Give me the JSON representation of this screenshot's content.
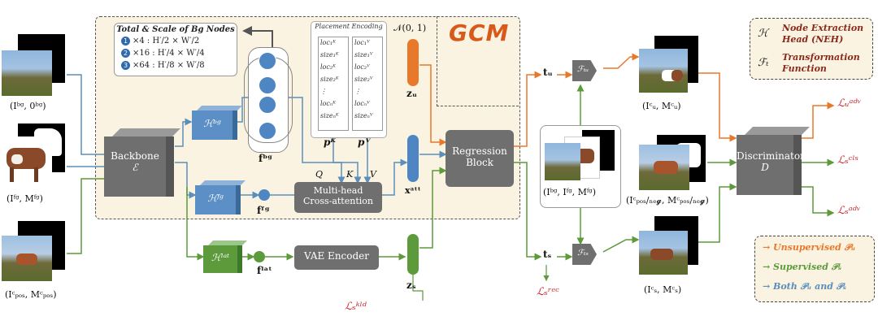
{
  "title": "GCM",
  "scale_box": {
    "title": "Total & Scale of Bg Nodes",
    "rows": [
      {
        "num": "1",
        "text": "×4 :   H′/2 × W′/2"
      },
      {
        "num": "2",
        "text": "×16 :  H′/4 × W′/4"
      },
      {
        "num": "3",
        "text": "×64 :  H′/8 × W′/8"
      }
    ]
  },
  "placement": {
    "title": "Placement Encoding",
    "col_k": [
      "loc₁ᴷ",
      "size₁ᴷ",
      "loc₂ᴷ",
      "size₂ᴷ",
      "⋮",
      "locₙᴷ",
      "sizeₙᴷ"
    ],
    "col_v": [
      "loc₁ⱽ",
      "size₁ⱽ",
      "loc₂ⱽ",
      "size₂ⱽ",
      "⋮",
      "locₙⱽ",
      "sizeₙⱽ"
    ],
    "pk": "pᴷ",
    "pv": "pⱽ"
  },
  "inputs": {
    "bg": "(Iᵇᵍ, 0ᵇᵍ)",
    "fg": "(Iᶠᵍ, Mᶠᵍ)",
    "pos": "(Iᶜₚₒₛ, Mᶜₚₒₛ)"
  },
  "blocks": {
    "backbone": "Backbone",
    "backbone_sym": "ℰ",
    "h_bg": "ℋᵇᵍ",
    "h_fg": "ℋᶠᵍ",
    "h_lat": "ℋˡᵃᵗ",
    "mhca": "Multi-head Cross-attention",
    "vae": "VAE Encoder",
    "regression": "Regression Block",
    "discriminator": "Discriminator",
    "disc_sym": "D",
    "fu": "ℱₜᵤ",
    "fs": "ℱₜₛ"
  },
  "symbols": {
    "f_bg": "fᵇᵍ",
    "f_fg": "fᶠᵍ",
    "f_lat": "fˡᵃᵗ",
    "q": "Q",
    "k": "K",
    "v": "V",
    "normal": "𝒩(0, 1)",
    "z_u": "zᵤ",
    "z_s": "zₛ",
    "x_att": "xᵃᵗᵗ",
    "t_u": "tᵤ",
    "t_s": "tₛ",
    "kld": "ℒₛᵏˡᵈ",
    "rec": "ℒₛʳᵉᶜ",
    "center_input": "(Iᵇᵍ, Iᶠᵍ, Mᶠᵍ)",
    "out_u": "(Iᶜᵤ, Mᶜᵤ)",
    "out_posneg": "(Iᶜₚₒₛ/ₙₑ𝓰, Mᶜₚₒₛ/ₙₑ𝓰)",
    "out_s": "(Iᶜₛ, Mᶜₛ)",
    "l_u_adv": "ℒᵤᵃᵈᵛ",
    "l_s_cls": "ℒₛᶜˡˢ",
    "l_s_adv": "ℒₛᵃᵈᵛ"
  },
  "notes": {
    "h_sym": "ℋ",
    "h_text_1": "Node Extraction",
    "h_text_2": "Head (NEH)",
    "f_sym": "ℱₜ",
    "f_text_1": "Transformation",
    "f_text_2": "Function"
  },
  "legend": [
    {
      "arrow": "→",
      "text": "Unsupervised 𝒫ᵤ",
      "color": "#e8782a"
    },
    {
      "arrow": "→",
      "text": "Supervised 𝒫ₛ",
      "color": "#5c9a3b"
    },
    {
      "arrow": "→",
      "text": "Both 𝒫ᵤ and 𝒫ₛ",
      "color": "#5b8fb9"
    }
  ],
  "colors": {
    "orange": "#e8782a",
    "green": "#5c9a3b",
    "blue": "#5b8fb9",
    "gray": "#6f6f6f",
    "red_loss": "#d0202a"
  }
}
